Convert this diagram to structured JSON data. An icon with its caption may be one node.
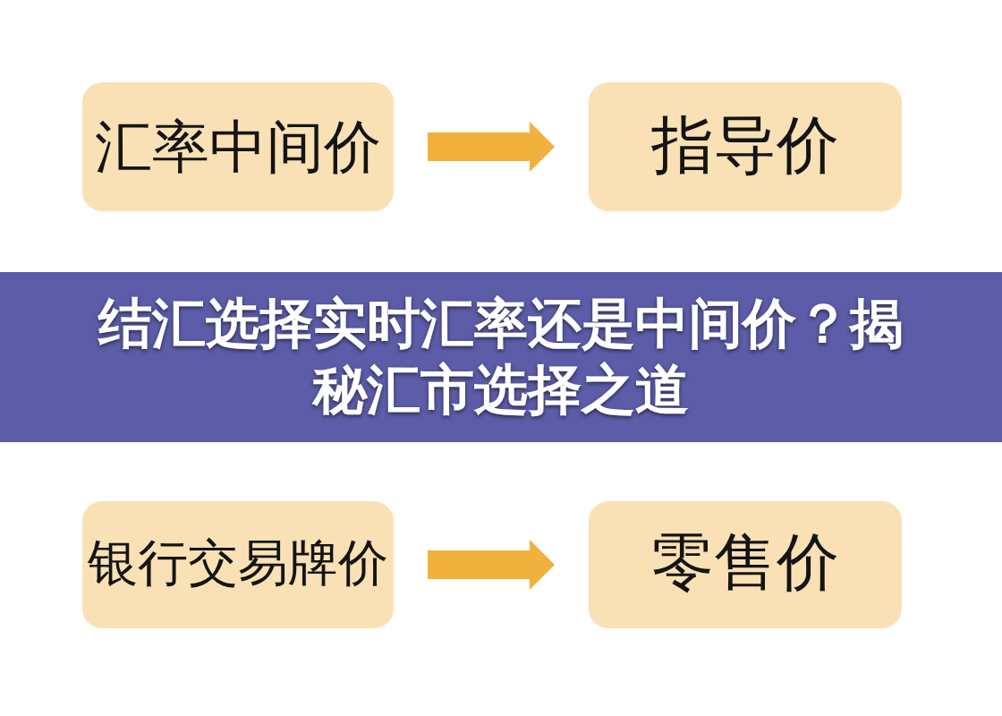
{
  "diagram": {
    "title": "结汇选择实时汇率还是中间价？揭秘汇市选择之道",
    "nodes": [
      {
        "text": [
          "汇率中间价"
        ]
      },
      {
        "text": [
          "指导价"
        ]
      },
      {
        "text": [
          "银行交易牌价"
        ]
      },
      {
        "text": [
          "零售价"
        ]
      }
    ],
    "edges": [
      {
        "from": 0,
        "to": 1,
        "arrow": "to"
      },
      {
        "from": 2,
        "to": 3,
        "arrow": "to"
      }
    ]
  }
}
